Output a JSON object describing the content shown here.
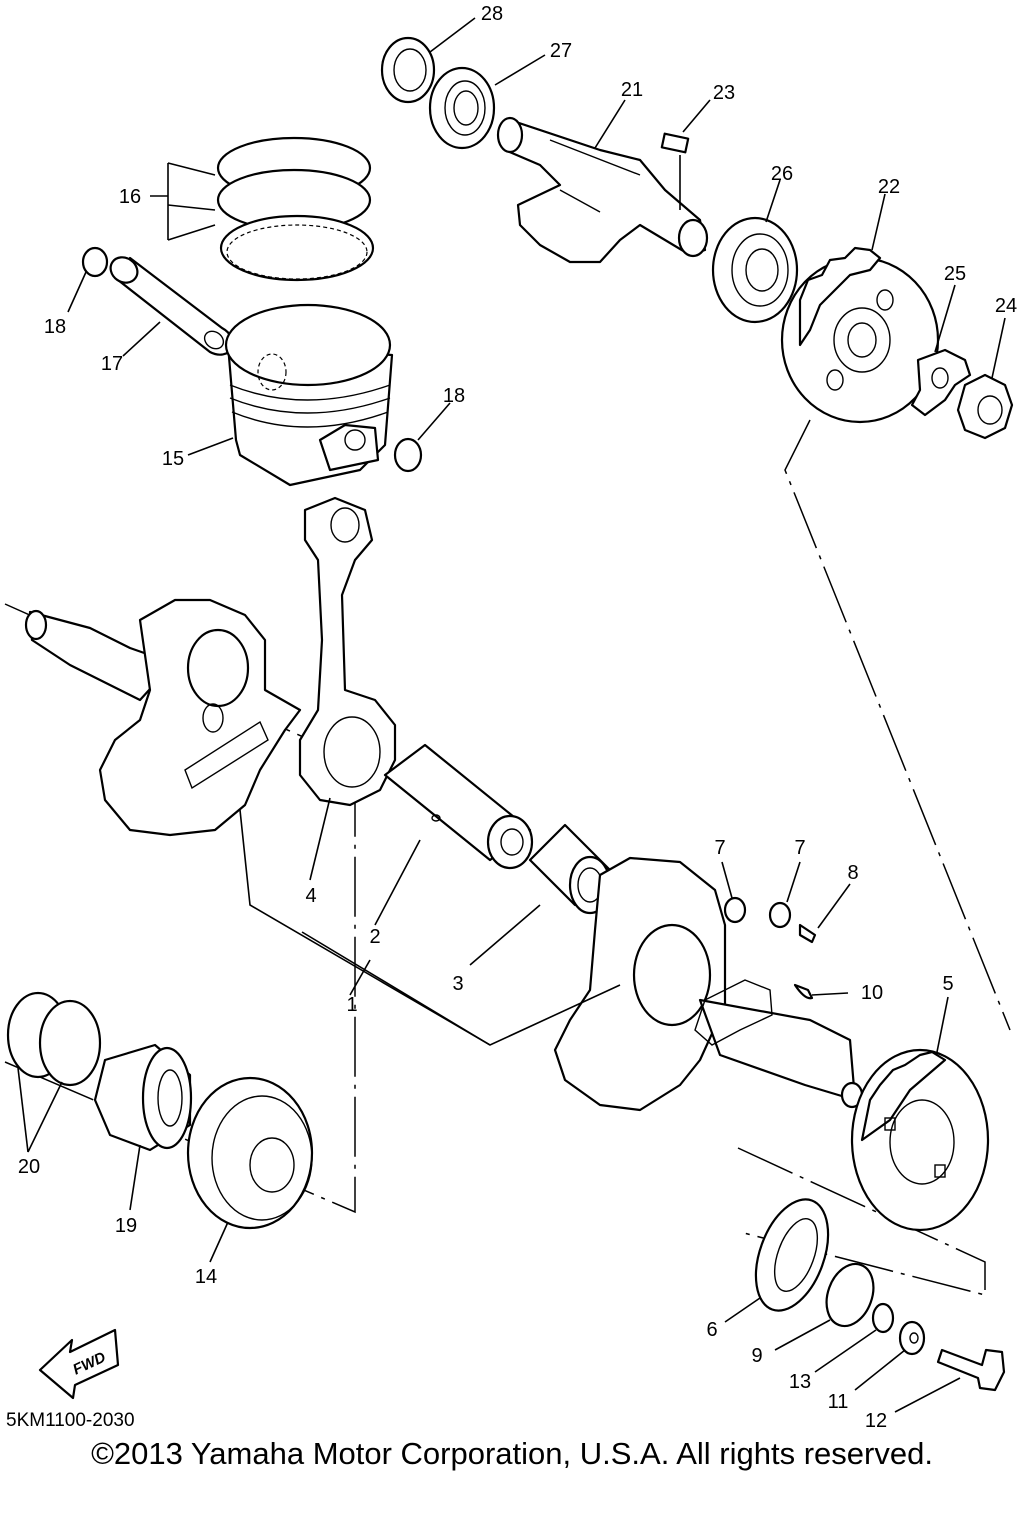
{
  "callouts": {
    "c1": "1",
    "c2": "2",
    "c3": "3",
    "c4": "4",
    "c5": "5",
    "c6": "6",
    "c7a": "7",
    "c7b": "7",
    "c8": "8",
    "c9": "9",
    "c10": "10",
    "c11": "11",
    "c12": "12",
    "c13": "13",
    "c14": "14",
    "c15": "15",
    "c16": "16",
    "c17": "17",
    "c18a": "18",
    "c18b": "18",
    "c19": "19",
    "c20": "20",
    "c21": "21",
    "c22": "22",
    "c23": "23",
    "c24": "24",
    "c25": "25",
    "c26": "26",
    "c27": "27",
    "c28": "28"
  },
  "fwd_label": "FWD",
  "drawing_code": "5KM1100-2030",
  "copyright": "©2013 Yamaha Motor Corporation, U.S.A. All rights reserved.",
  "icons": {
    "fwd": "forward-arrow-icon"
  }
}
